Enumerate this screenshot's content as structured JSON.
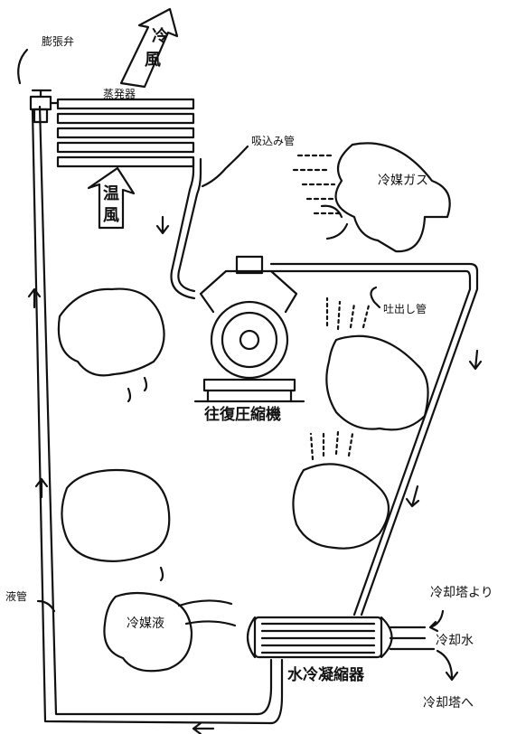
{
  "labels": {
    "expansion_valve": "膨張弁",
    "cold_air": "冷風",
    "evaporator": "蒸発器",
    "warm_air": "温風",
    "suction_pipe": "吸込み管",
    "refrigerant_gas": "冷媒ガス",
    "discharge_pipe": "吐出し管",
    "compressor": "往復圧縮機",
    "liquid_pipe": "液管",
    "refrigerant_liquid": "冷媒液",
    "condenser": "水冷凝縮器",
    "from_cooling_tower": "冷却塔より",
    "cooling_water": "冷却水",
    "to_cooling_tower": "冷却塔へ"
  },
  "colors": {
    "ink": "#111111",
    "paper": "#ffffff"
  }
}
